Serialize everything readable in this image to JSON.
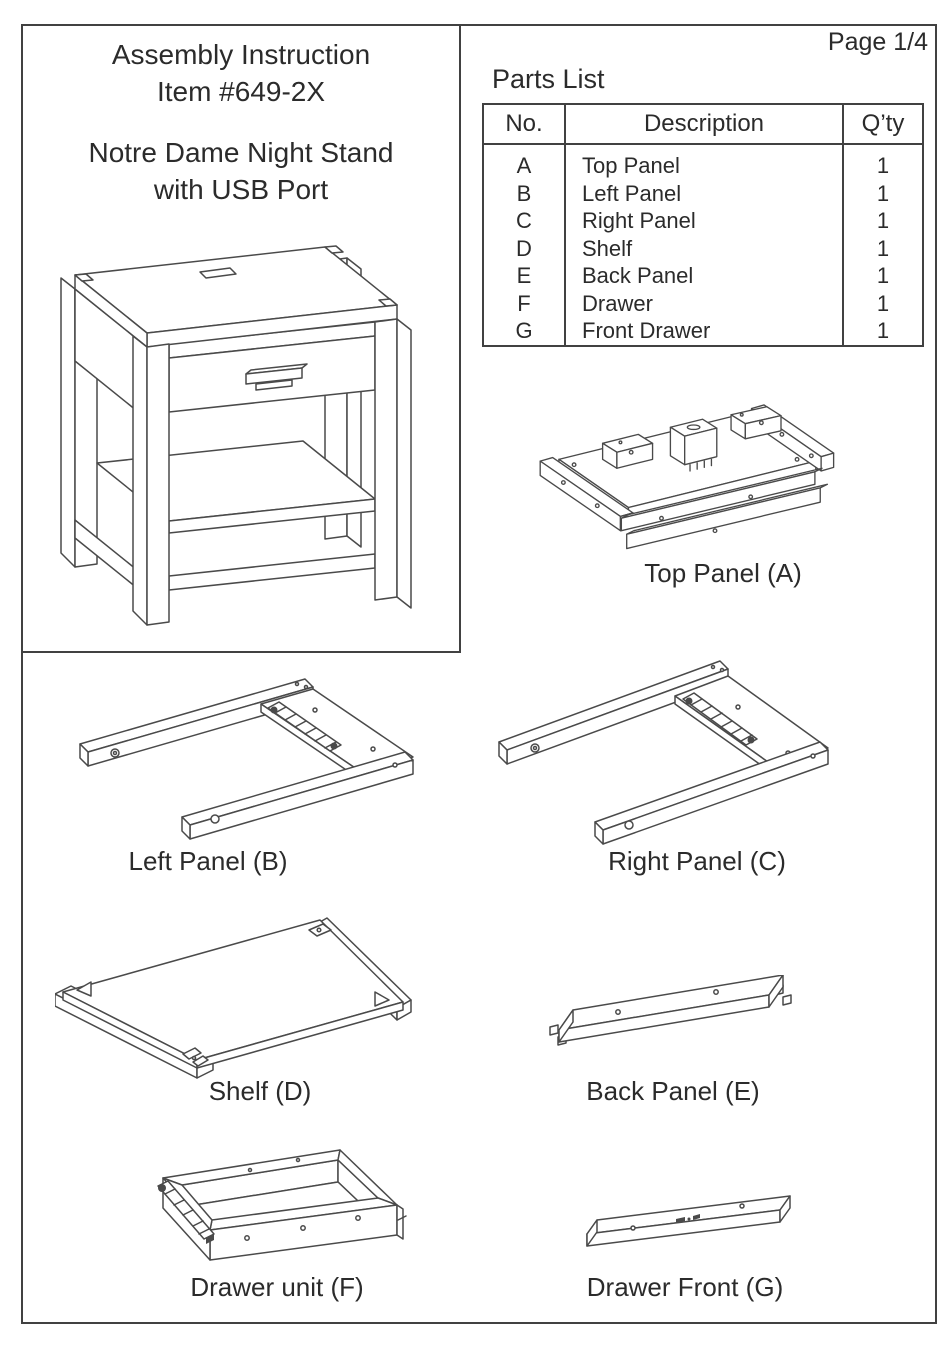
{
  "page": {
    "label": "Page 1/4"
  },
  "title_block": {
    "line1": "Assembly Instruction",
    "line2": "Item #649-2X",
    "line3": "Notre Dame Night Stand",
    "line4": "with USB Port"
  },
  "parts_list": {
    "heading": "Parts List",
    "columns": {
      "no": "No.",
      "description": "Description",
      "qty": "Q’ty"
    },
    "rows": [
      {
        "no": "A",
        "description": "Top Panel",
        "qty": "1"
      },
      {
        "no": "B",
        "description": "Left Panel",
        "qty": "1"
      },
      {
        "no": "C",
        "description": "Right Panel",
        "qty": "1"
      },
      {
        "no": "D",
        "description": "Shelf",
        "qty": "1"
      },
      {
        "no": "E",
        "description": "Back Panel",
        "qty": "1"
      },
      {
        "no": "F",
        "description": "Drawer",
        "qty": "1"
      },
      {
        "no": "G",
        "description": "Front Drawer",
        "qty": "1"
      }
    ]
  },
  "figures": {
    "top_panel": {
      "caption": "Top Panel (A)"
    },
    "left_panel": {
      "caption": "Left Panel (B)"
    },
    "right_panel": {
      "caption": "Right Panel (C)"
    },
    "shelf": {
      "caption": "Shelf (D)"
    },
    "back_panel": {
      "caption": "Back Panel (E)"
    },
    "drawer_unit": {
      "caption": "Drawer unit (F)"
    },
    "drawer_front": {
      "caption": "Drawer Front (G)"
    }
  },
  "colors": {
    "ink": "#2b2b2b",
    "line": "#4a4a4a"
  }
}
